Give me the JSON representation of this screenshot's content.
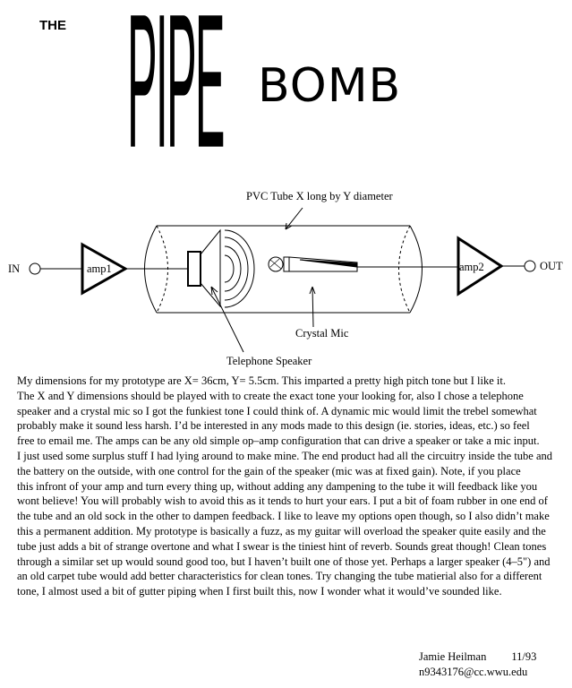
{
  "title": {
    "the": "THE",
    "pipe": "PIPE",
    "bomb": "BOMB"
  },
  "diagram": {
    "tube_label": "PVC Tube X long by Y diameter",
    "in_label": "IN",
    "out_label": "OUT",
    "amp1_label": "amp1",
    "amp2_label": "amp2",
    "mic_label": "Crystal Mic",
    "speaker_label": "Telephone Speaker"
  },
  "body_lines": [
    "My dimensions for my prototype are X= 36cm, Y= 5.5cm.  This imparted a pretty high pitch tone but I like it.",
    "The X and Y dimensions should be played with to create the exact tone your looking for, also I chose a telephone",
    "speaker and a crystal mic so I got the funkiest tone I could think of.  A dynamic mic would limit the trebel somewhat",
    "probably make it sound less harsh.  I’d be interested in any mods made to this design (ie. stories, ideas, etc.)  so feel",
    "free to email me.  The amps can be any old simple op–amp configuration that can drive a speaker or take a mic input.",
    "I just used some surplus stuff I had lying around to make mine.  The end product had all the circuitry inside the tube and",
    "the battery on the outside, with one control for the gain of the speaker  (mic was at fixed gain).  Note, if you place",
    "this infront of your amp and turn every thing up, without adding any dampening to the tube it will feedback like you",
    "wont believe!  You will probably wish to avoid this as it tends to hurt your ears.   I put a bit of foam rubber in one end of",
    "the tube and an old sock in the other to dampen feedback.  I like to leave my options open though, so I also didn’t make",
    "this a permanent addition.  My prototype is basically a fuzz, as my guitar will overload the speaker quite easily and the",
    "tube just adds a bit of strange overtone and what I swear is the tiniest hint of reverb.  Sounds great though!  Clean tones",
    "through a similar set up would sound good too, but  I haven’t built one of those yet.  Perhaps a larger speaker (4–5\")  and",
    "an old carpet tube would add better characteristics for clean tones.  Try changing the tube matierial also for a different",
    "tone, I almost used a bit of gutter piping when I first built this, now I wonder what it would’ve sounded like."
  ],
  "signature": {
    "name": "Jamie Heilman",
    "date": "11/93",
    "email": "n9343176@cc.wwu.edu"
  }
}
